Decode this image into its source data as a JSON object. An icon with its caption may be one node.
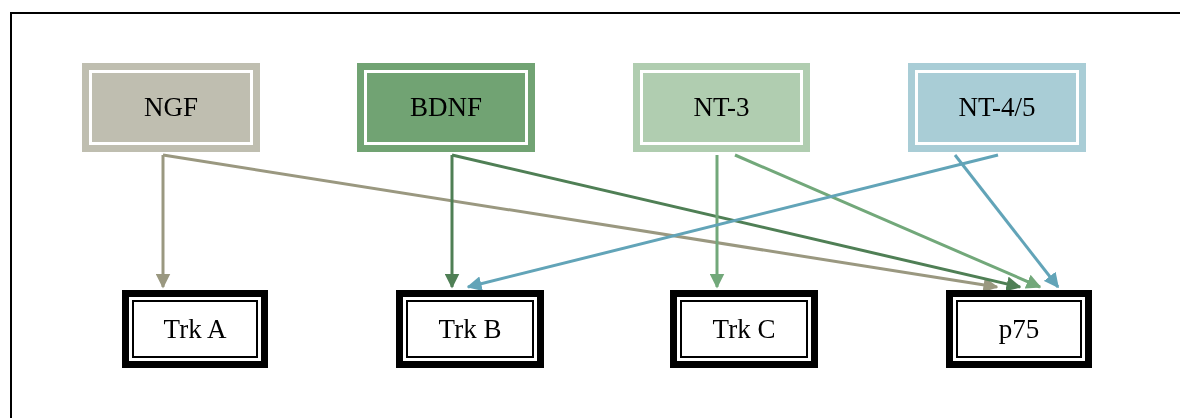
{
  "diagram": {
    "nodes": [
      {
        "text": [
          "NGF"
        ]
      },
      {
        "text": [
          "BDNF"
        ]
      },
      {
        "text": [
          "NT-3"
        ]
      },
      {
        "text": [
          "NT-4/5"
        ]
      },
      {
        "text": [
          "Trk A"
        ]
      },
      {
        "text": [
          "Trk B"
        ]
      },
      {
        "text": [
          "Trk C"
        ]
      },
      {
        "text": [
          "p75"
        ]
      }
    ],
    "edges": [
      {
        "from": 0,
        "to": 4,
        "arrow": "to",
        "color": "#9a9880"
      },
      {
        "from": 0,
        "to": 7,
        "arrow": "to",
        "color": "#9a9880"
      },
      {
        "from": 1,
        "to": 5,
        "arrow": "to",
        "color": "#4f7f55"
      },
      {
        "from": 1,
        "to": 7,
        "arrow": "to",
        "color": "#4f7f55"
      },
      {
        "from": 2,
        "to": 6,
        "arrow": "to",
        "color": "#72a87a"
      },
      {
        "from": 2,
        "to": 7,
        "arrow": "to",
        "color": "#72a87a"
      },
      {
        "from": 3,
        "to": 5,
        "arrow": "to",
        "color": "#62a4b8"
      },
      {
        "from": 3,
        "to": 7,
        "arrow": "to",
        "color": "#62a4b8"
      }
    ]
  }
}
